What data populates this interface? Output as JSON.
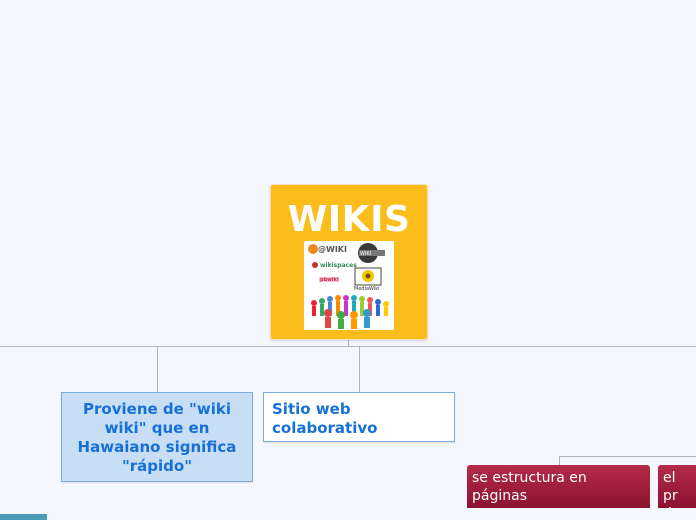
{
  "root": {
    "title": "WIKIS",
    "image": {
      "logos": [
        "@WIKI",
        "wikispaces",
        "WIKI",
        "pbwiki",
        "MediaWiki"
      ]
    }
  },
  "nodes": [
    {
      "text": "Proviene de \"wiki wiki\" que en Hawaiano significa \"rápido\""
    },
    {
      "text": "Sitio web colaborativo"
    }
  ],
  "subnodes": [
    {
      "text": "se estructura en páginas"
    },
    {
      "text": "el pr docu"
    }
  ],
  "colors": {
    "background": "#f5f7fc",
    "root": "#fbbd1b",
    "blue_node": "#c7def4",
    "link_text": "#1670d6",
    "red_node": "#9e1d3c",
    "connector": "#aeb4c0"
  }
}
